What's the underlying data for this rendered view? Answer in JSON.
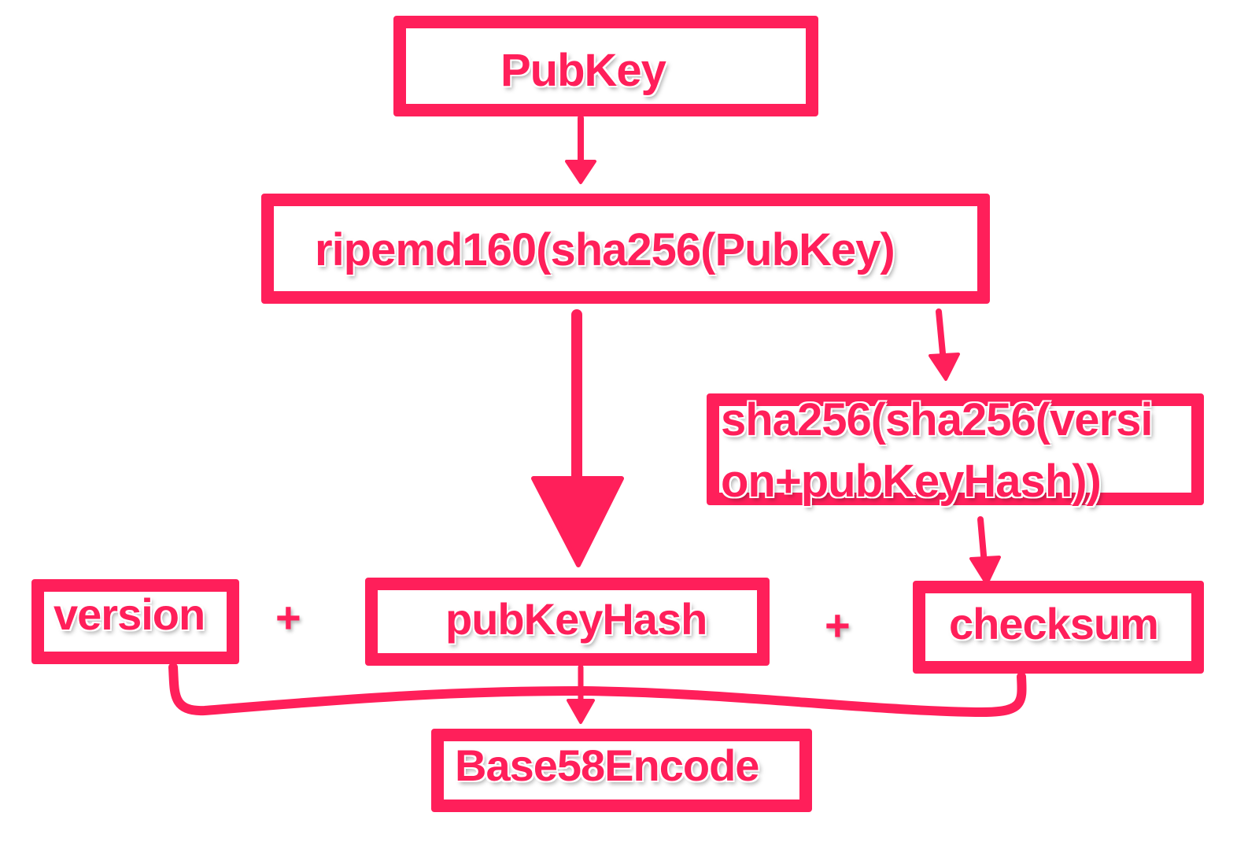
{
  "colors": {
    "accent": "#ff1f5a",
    "background": "#ffffff"
  },
  "nodes": {
    "pubkey": "PubKey",
    "ripemd": "ripemd160(sha256(PubKey)",
    "checksum_calc_line1": "sha256(sha256(versi",
    "checksum_calc_line2": "on+pubKeyHash))",
    "version": "version",
    "pubkeyhash": "pubKeyHash",
    "checksum": "checksum",
    "base58": "Base58Encode"
  },
  "operators": {
    "plus_1": "+",
    "plus_2": "+"
  }
}
